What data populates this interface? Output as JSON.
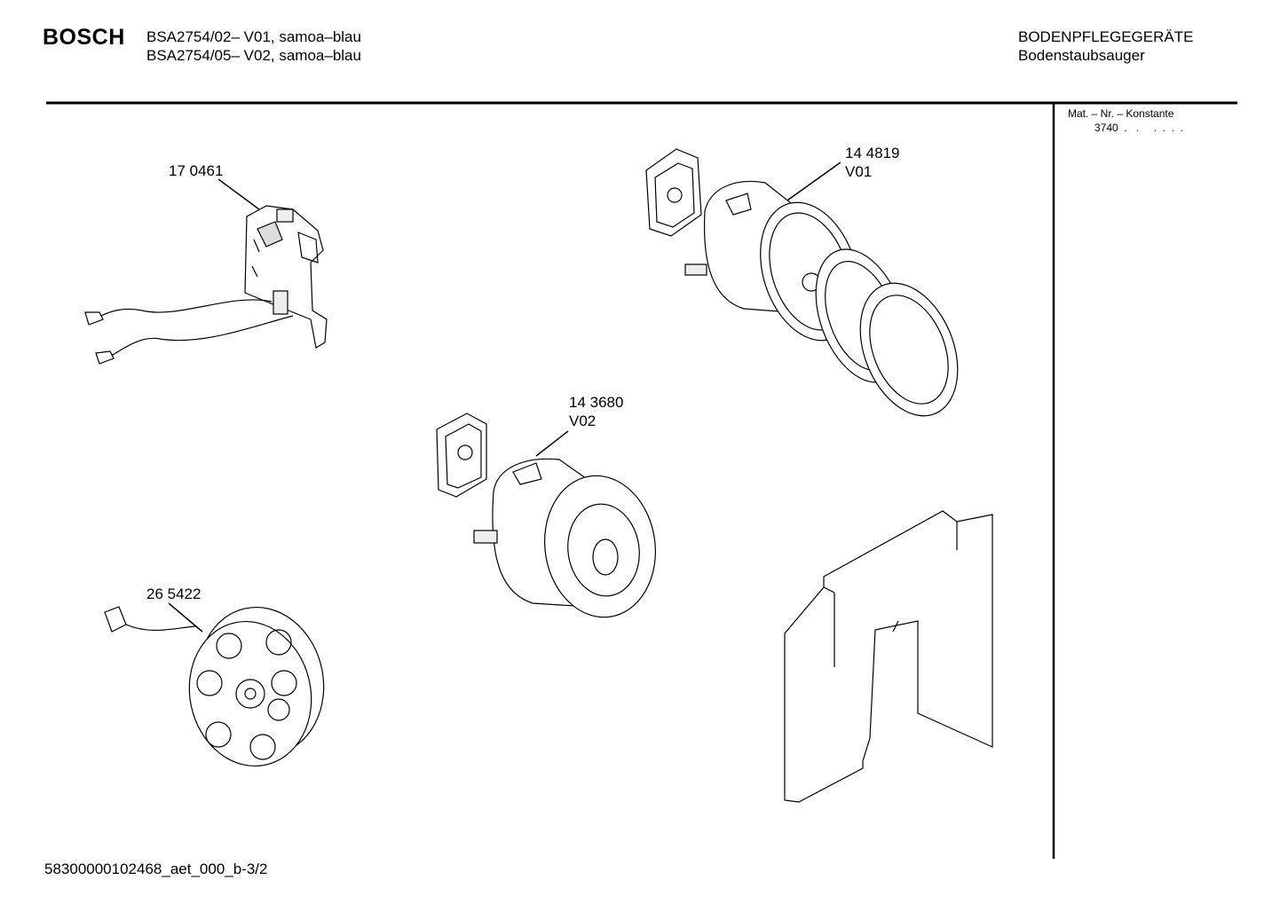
{
  "header": {
    "brand": "BOSCH",
    "models": [
      "BSA2754/02– V01, samoa–blau",
      "BSA2754/05– V02, samoa–blau"
    ],
    "category": "BODENPFLEGEGERÄTE",
    "subcategory": "Bodenstaubsauger"
  },
  "side_panel": {
    "mat_label": "Mat. – Nr. – Konstante",
    "constant": "3740  .   .     .  .  .  ."
  },
  "parts": [
    {
      "number": "17 0461",
      "variant": ""
    },
    {
      "number": "14 4819",
      "variant": "V01"
    },
    {
      "number": "14 3680",
      "variant": "V02"
    },
    {
      "number": "26 5422",
      "variant": ""
    }
  ],
  "footer": {
    "doc_id": "58300000102468_aet_000_b-3/2"
  }
}
